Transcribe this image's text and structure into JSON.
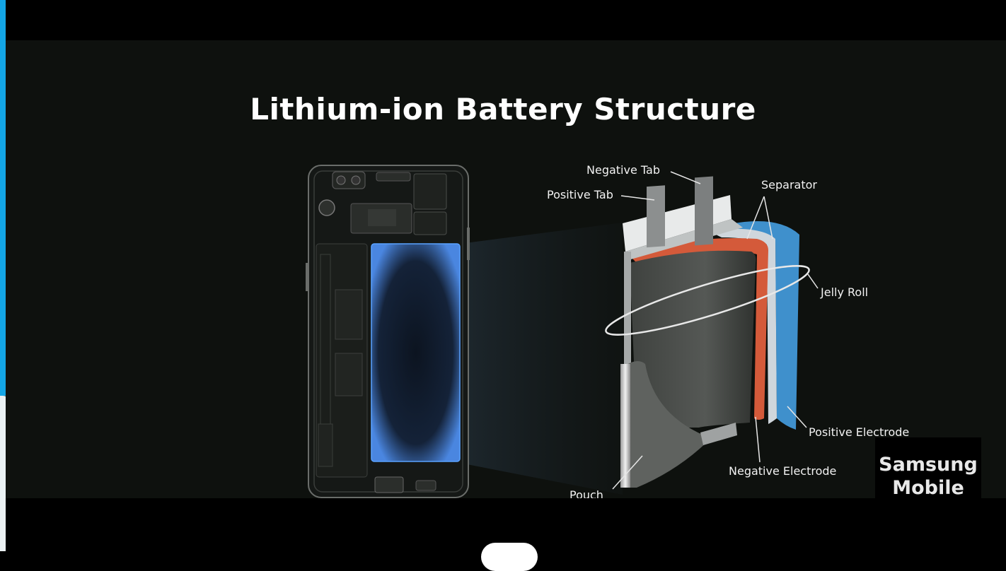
{
  "title": "Lithium-ion Battery Structure",
  "labels": {
    "negative_tab": "Negative Tab",
    "positive_tab": "Positive Tab",
    "separator": "Separator",
    "jelly_roll": "Jelly Roll",
    "positive_electrode": "Positive Electrode",
    "negative_electrode": "Negative Electrode",
    "pouch": "Pouch"
  },
  "watermark": {
    "line1": "Samsung",
    "line2": "Mobile"
  },
  "colors": {
    "accent_left_bar": "#13a6e6",
    "battery_glow": "#3a78d8",
    "positive_electrode": "#3f90cc",
    "negative_electrode": "#d45a3a",
    "cell_body": "#4a4d4a"
  }
}
